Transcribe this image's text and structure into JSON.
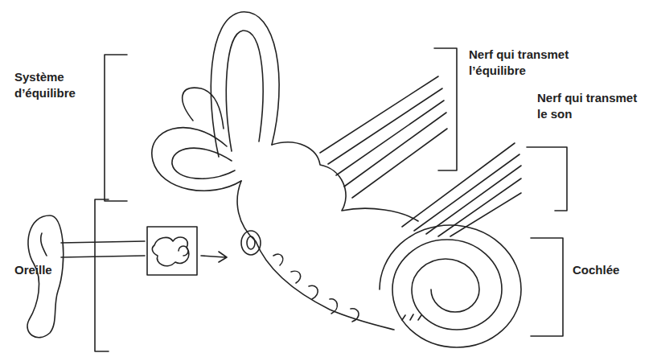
{
  "diagram": {
    "labels": [
      "Système d’équilibre",
      "Nerf qui transmet l’équilibre",
      "Nerf qui transmet le son",
      "Oreille",
      "Cochlée"
    ]
  }
}
